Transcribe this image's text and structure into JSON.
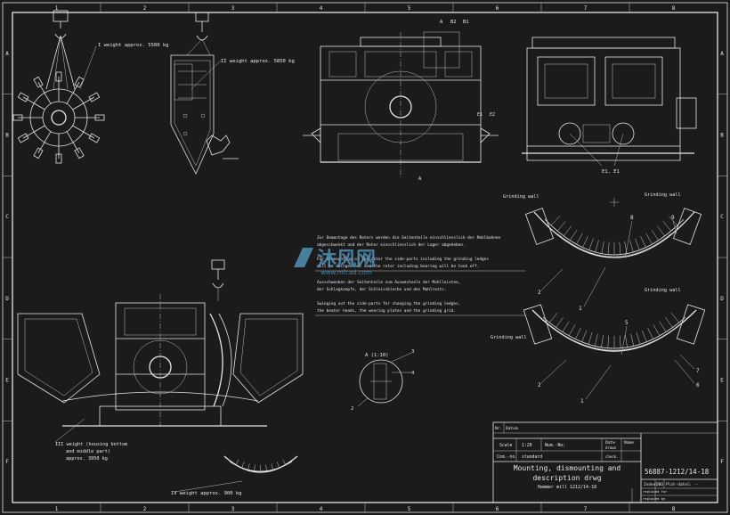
{
  "grid": {
    "columns": [
      "1",
      "2",
      "3",
      "4",
      "5",
      "6",
      "7",
      "8"
    ],
    "rows": [
      "A",
      "B",
      "C",
      "D",
      "E",
      "F"
    ]
  },
  "views": {
    "view1_label": "I  weight approx. 5500 kg",
    "view2_label": "II  weight approx. 5850 kg",
    "view3_label": "III  weight (housing bottom and middle part) approx. 3950 kg",
    "view3_line1": "III  weight (housing bottom",
    "view3_line2": "and middle part)",
    "view3_line3": "approx. 3950 kg",
    "view4_label": "IV  weight approx. 900 kg",
    "front_section_a": "A",
    "front_section_a2": "A",
    "front_tags": [
      "B2",
      "B1"
    ],
    "front_e_tags": [
      "E1",
      "E2"
    ],
    "side_e_tags": "E1, E1",
    "detail_title": "A (1:10)",
    "detail_callouts": [
      "3",
      "4",
      "2"
    ]
  },
  "notes": {
    "de_line1": "Zur Demontage des Rotors werden die Seitenteile einschliesslich der Mahlbahnen",
    "de_line2": "abgeschwenkt und der Rotor einschliesslich der Lager abgehoben.",
    "en_line1": "For dismounting of the rotor the side-parts including the grinding ledges",
    "en_line2": "will be swinged out and the rotor including bearing will be took off.",
    "de2_line1": "Ausschwenken der Seitenteile zum Auswechseln der Mahlleisten,",
    "de2_line2": "der Schlagkoepfe, der Schleissbleche und des Mahlrosts.",
    "en2_line1": "Swinging out the side-parts for changing the grinding ledges,",
    "en2_line2": "the beater heads, the wearing plates and the grinding grid."
  },
  "grinding": {
    "top_left_label": "Grinding wall",
    "top_right_label": "Grinding wall",
    "bottom_left_label": "Grinding wall",
    "bottom_right_label": "Grinding wall",
    "top_callouts": [
      "8",
      "9",
      "2",
      "1"
    ],
    "bottom_callouts": [
      "5",
      "2",
      "1",
      "7",
      "6"
    ]
  },
  "title_block": {
    "header_left": "Nr.",
    "header_date": "Datum",
    "scale_label": "Scale",
    "scale_value": "1:20",
    "numb_label": "Num.-No:",
    "date_label": "Date",
    "name_label": "Name",
    "drawn_label": "drawn",
    "checked_label": "check.",
    "comm_label": "Com.-no.",
    "comm_value": "standard",
    "title_line1": "Mounting, dismounting and",
    "title_line2": "description drwg",
    "machine": "Hammer mill 1212/14-18",
    "drawing_no": "56887-1212/14-18",
    "index_label": "Index",
    "dbo_label": "DBO",
    "plot_label": "Plot-datei: --",
    "replaced_for": "replaced for",
    "replaced_by": "replaced by"
  },
  "watermark": {
    "text": "沐风网",
    "url": "www.mfcad.com"
  }
}
